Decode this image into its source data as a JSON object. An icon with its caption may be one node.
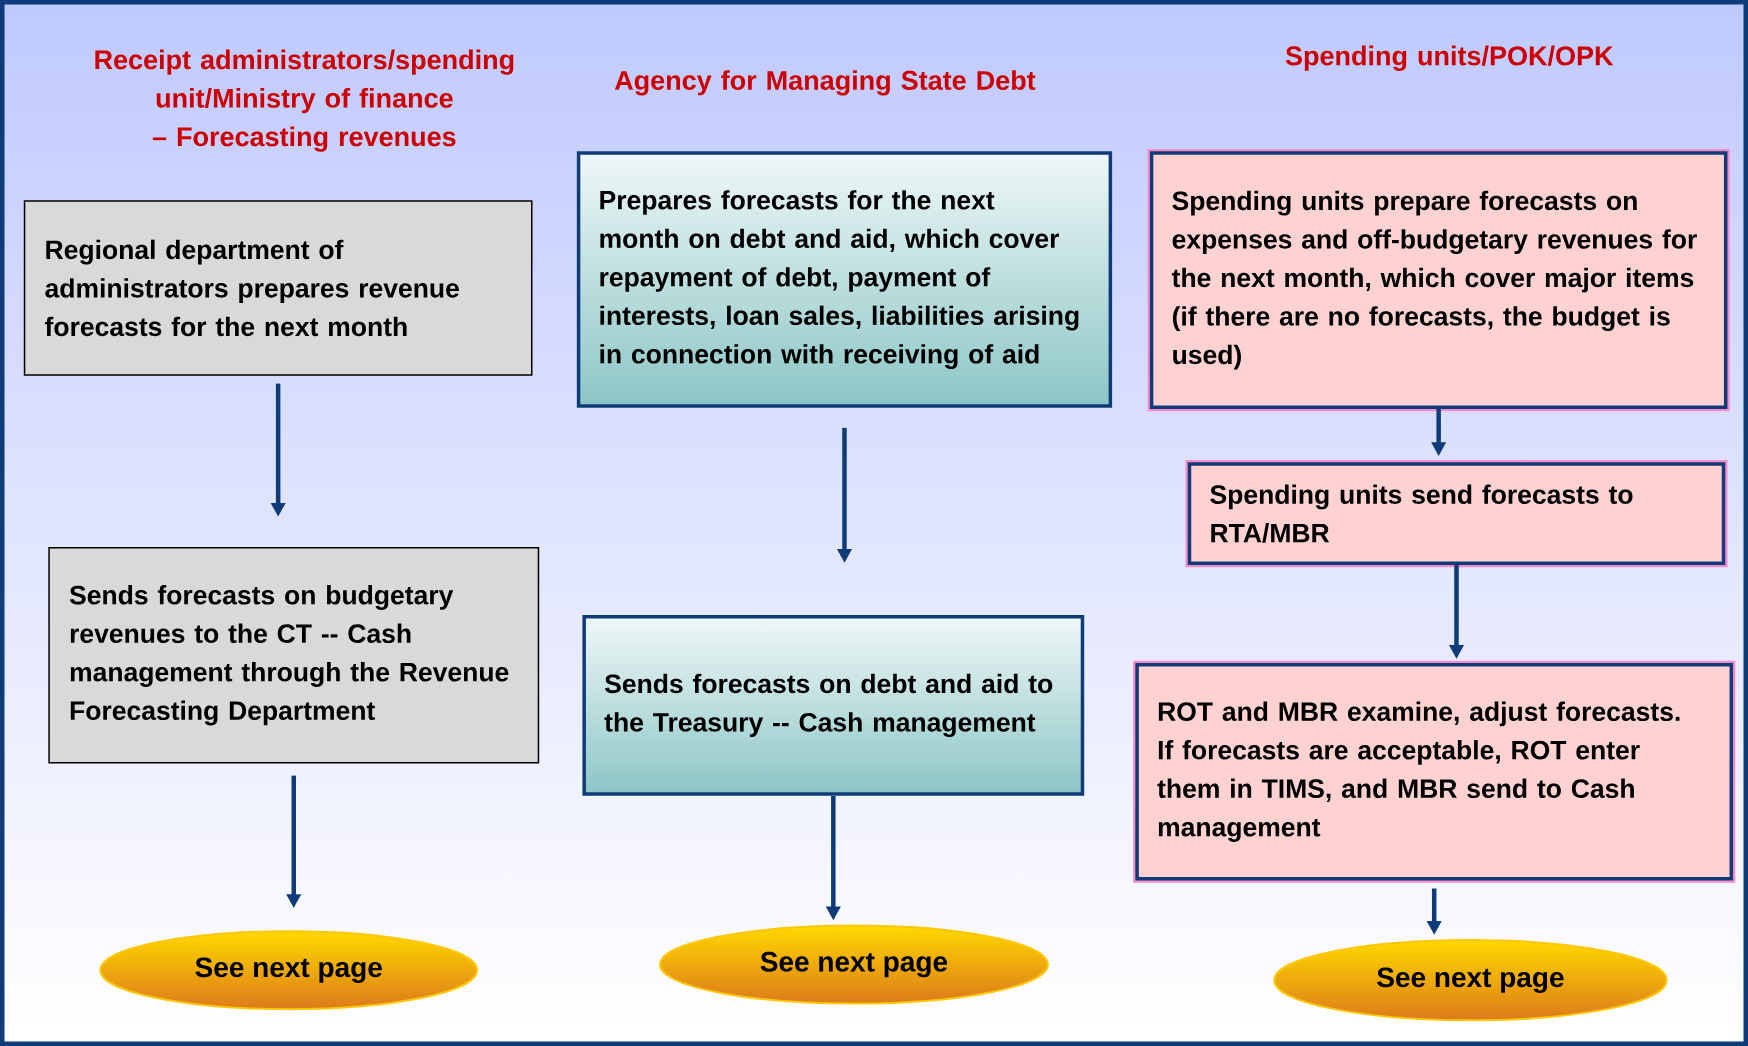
{
  "diagram": {
    "nodes": [
      {
        "text": [
          "Regional department of administrators prepares revenue forecasts for the next month"
        ]
      },
      {
        "text": [
          "Sends forecasts on budgetary revenues to the CT -- Cash management through the Revenue Forecasting Department"
        ]
      },
      {
        "text": [
          "See next page"
        ]
      },
      {
        "text": [
          "Prepares forecasts for the next month on debt and aid, which cover repayment of debt, payment of interests, loan sales, liabilities arising in connection with receiving of aid"
        ]
      },
      {
        "text": [
          "Sends forecasts on debt and aid to the Treasury -- Cash management"
        ]
      },
      {
        "text": [
          "See next page"
        ]
      },
      {
        "text": [
          "Spending units prepare forecasts on expenses and off-budgetary revenues for the next month, which cover major items (if there are no forecasts, the budget is used)"
        ]
      },
      {
        "text": [
          "Spending units send forecasts to RTA/MBR"
        ]
      },
      {
        "text": [
          "ROT and MBR examine, adjust forecasts. If forecasts are acceptable, ROT enter them in TIMS, and MBR send to Cash management"
        ]
      },
      {
        "text": [
          "See next page"
        ]
      }
    ],
    "edges": [
      {
        "from": 0,
        "to": 1,
        "arrow": "to"
      },
      {
        "from": 1,
        "to": 2,
        "arrow": "to"
      },
      {
        "from": 3,
        "to": 4,
        "arrow": "to"
      },
      {
        "from": 4,
        "to": 5,
        "arrow": "to"
      },
      {
        "from": 6,
        "to": 7,
        "arrow": "to"
      },
      {
        "from": 7,
        "to": 8,
        "arrow": "to"
      },
      {
        "from": 8,
        "to": 9,
        "arrow": "to"
      }
    ],
    "labels": [
      "Receipt administrators/spending unit/Ministry of finance – Forecasting revenues",
      "Agency for Managing State Debt",
      "Spending units/POK/OPK"
    ]
  }
}
